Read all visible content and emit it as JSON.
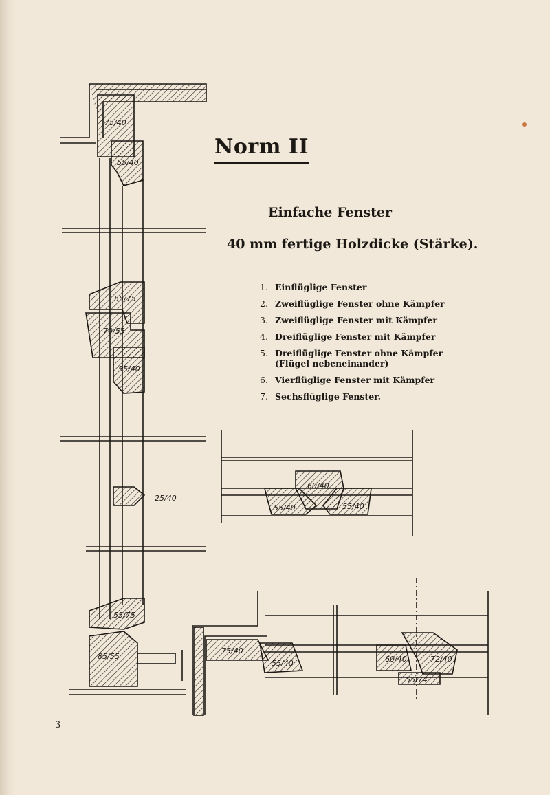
{
  "header": {
    "norm_title": "Norm II",
    "subtitle": "Einfache Fenster",
    "subtitle2": "40 mm fertige Holzdicke (Stärke)."
  },
  "window_types": [
    {
      "num": "1.",
      "text": "Einflüglige Fenster"
    },
    {
      "num": "2.",
      "text": "Zweiflüglige Fenster ohne Kämpfer"
    },
    {
      "num": "3.",
      "text": "Zweiflüglige Fenster mit Kämpfer"
    },
    {
      "num": "4.",
      "text": "Dreiflüglige Fenster mit Kämpfer"
    },
    {
      "num": "5.",
      "text": "Dreiflüglige Fenster ohne Kämpfer (Flügel nebeneinander)"
    },
    {
      "num": "6.",
      "text": "Vierflüglige Fenster mit Kämpfer"
    },
    {
      "num": "7.",
      "text": "Sechsflüglige Fenster."
    }
  ],
  "dimensions": {
    "vertical_section": [
      "75/40",
      "55/40",
      "55/75",
      "70/55",
      "55/40",
      "25/40",
      "55/75",
      "85/55"
    ],
    "top_right_section": [
      "60/40",
      "55/40",
      "55/40"
    ],
    "bottom_right_section": [
      "75/40",
      "55/40",
      "60/40",
      "72/40",
      "55/74"
    ]
  },
  "footer": {
    "page_number": "3"
  }
}
